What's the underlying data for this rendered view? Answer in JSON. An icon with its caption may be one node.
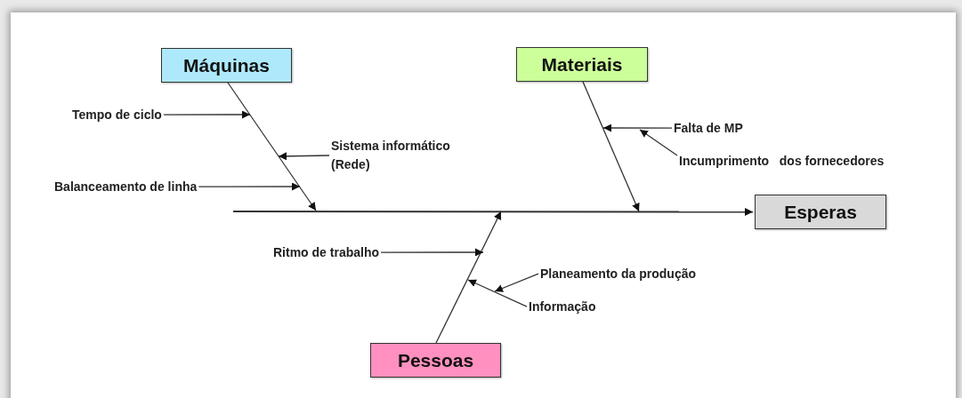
{
  "diagram": {
    "nodes": [
      {
        "text": [
          "Máquinas"
        ]
      },
      {
        "text": [
          "Materiais"
        ]
      },
      {
        "text": [
          "Esperas"
        ]
      },
      {
        "text": [
          "Pessoas"
        ]
      },
      {
        "text": [
          "Tempo de ciclo"
        ]
      },
      {
        "text": [
          "Sistema informático (Rede)"
        ]
      },
      {
        "text": [
          "Balanceamento de linha"
        ]
      },
      {
        "text": [
          "Falta de MP"
        ]
      },
      {
        "text": [
          "Incumprimento   dos fornecedores"
        ]
      },
      {
        "text": [
          "Ritmo de trabalho"
        ]
      },
      {
        "text": [
          "Planeamento da produção"
        ]
      },
      {
        "text": [
          "Informação"
        ]
      }
    ],
    "edges": [
      {
        "from": null,
        "to": 2,
        "arrow": "to"
      },
      {
        "from": 0,
        "to": null,
        "arrow": "to"
      },
      {
        "from": 1,
        "to": null,
        "arrow": "to"
      },
      {
        "from": 3,
        "to": null,
        "arrow": "to"
      },
      {
        "from": 4,
        "to": null,
        "arrow": "to"
      },
      {
        "from": 5,
        "to": null,
        "arrow": "to"
      },
      {
        "from": 6,
        "to": null,
        "arrow": "to"
      },
      {
        "from": 7,
        "to": null,
        "arrow": "to"
      },
      {
        "from": 8,
        "to": null,
        "arrow": "to"
      },
      {
        "from": 9,
        "to": null,
        "arrow": "to"
      },
      {
        "from": 10,
        "to": null,
        "arrow": "to"
      },
      {
        "from": 11,
        "to": null,
        "arrow": "to"
      }
    ]
  }
}
